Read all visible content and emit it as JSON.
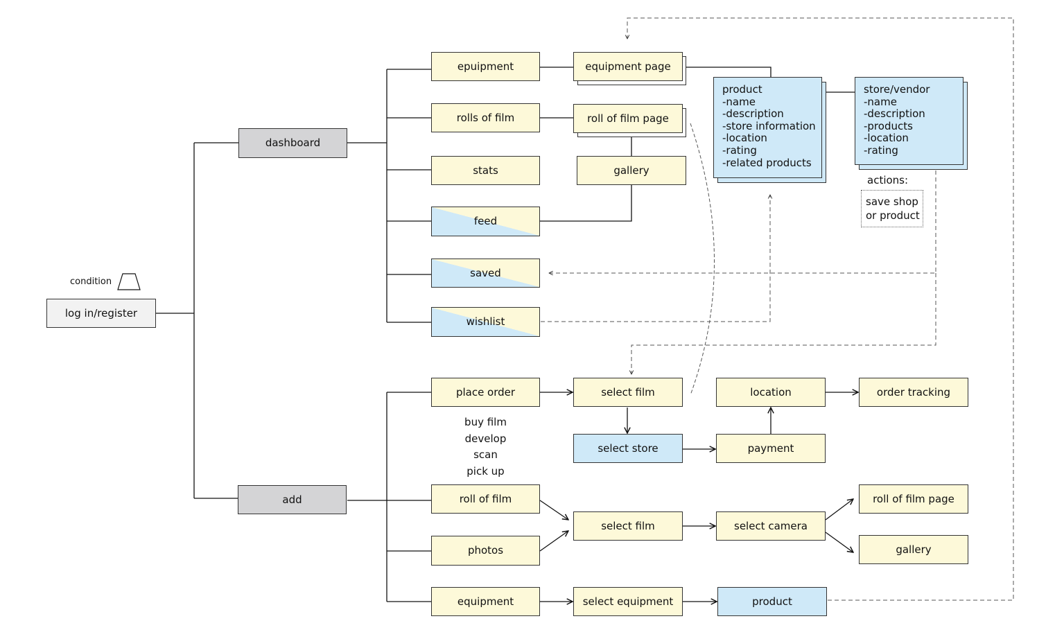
{
  "legend": {
    "condition_label": "condition"
  },
  "root": {
    "label": "log in/register"
  },
  "dashboard": {
    "label": "dashboard",
    "items": [
      "epuipment",
      "rolls of film",
      "stats",
      "feed",
      "saved",
      "wishlist"
    ]
  },
  "pages": {
    "equipment_page": "equipment page",
    "roll_of_film_page": "roll of film page",
    "gallery": "gallery"
  },
  "product_card": {
    "lines": [
      "product",
      "-name",
      "-description",
      "-store information",
      "-location",
      "-rating",
      "-related products"
    ]
  },
  "vendor_card": {
    "lines": [
      "store/vendor",
      "-name",
      "-description",
      "-products",
      "-location",
      "-rating"
    ]
  },
  "actions": {
    "title": "actions:",
    "lines": [
      "save shop",
      "or product"
    ]
  },
  "add": {
    "label": "add",
    "items": [
      "place order",
      "roll of film",
      "photos",
      "equipment"
    ],
    "order_options": [
      "buy film",
      "develop",
      "scan",
      "pick up"
    ]
  },
  "order_flow": {
    "select_film": "select film",
    "select_store": "select store",
    "payment": "payment",
    "location": "location",
    "order_tracking": "order tracking"
  },
  "upload_flow": {
    "select_film": "select film",
    "select_camera": "select camera",
    "roll_of_film_page": "roll of film page",
    "gallery": "gallery"
  },
  "equipment_flow": {
    "select_equipment": "select equipment",
    "product": "product"
  },
  "colors": {
    "page_fill": "#fdf9d9",
    "section_fill": "#d4d4d6",
    "entity_fill": "#cfe9f8",
    "line": "#111111",
    "dashed_line": "#555555"
  }
}
